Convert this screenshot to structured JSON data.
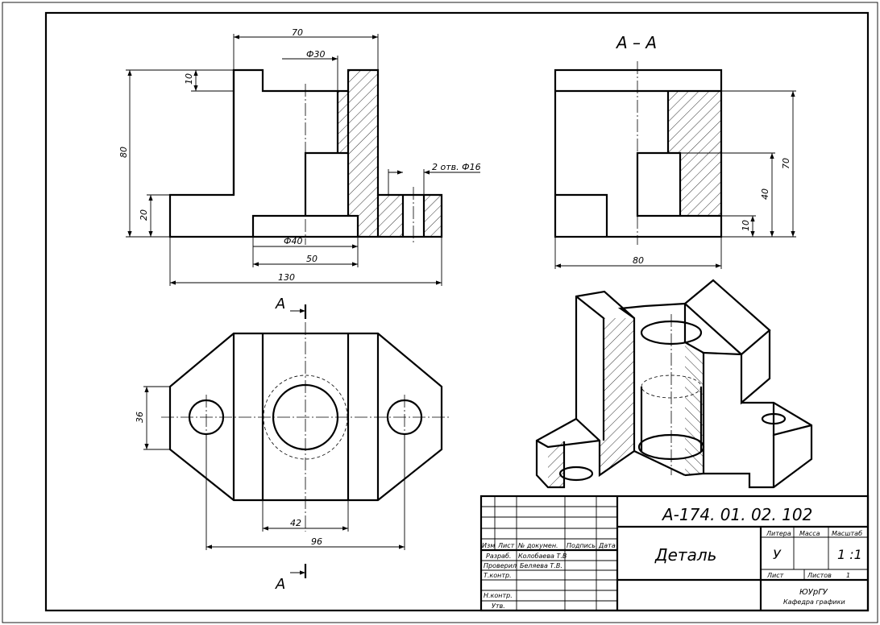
{
  "front_view": {
    "dims": {
      "width_70": "70",
      "phi30": "Ф30",
      "height_10": "10",
      "height_80": "80",
      "height_20": "20",
      "holes": "2 отв. Ф16",
      "phi40": "Ф40",
      "width_50": "50",
      "width_130": "130"
    }
  },
  "section_view": {
    "title": "А – А",
    "dims": {
      "h70": "70",
      "h40": "40",
      "h10": "10",
      "w80": "80"
    }
  },
  "top_view": {
    "cut_label_top": "А",
    "cut_label_bottom": "А",
    "dims": {
      "h36": "36",
      "w42": "42",
      "w96": "96"
    }
  },
  "title_block": {
    "designation": "А-174. 01. 02. 102",
    "part_name": "Деталь",
    "headers": {
      "izm": "Изм",
      "list": "Лист",
      "doc": "№ докумен.",
      "sign": "Подпись",
      "date": "Дата",
      "litera": "Литера",
      "massa": "Масса",
      "masshtab": "Масштаб"
    },
    "rows": {
      "razrab_label": "Разраб.",
      "razrab_name": "Колобаева Т.В",
      "prover_label": "Проверил",
      "prover_name": "Беляева Т.В.",
      "tkontr_label": "Т.контр.",
      "nkontr_label": "Н.контр.",
      "utv_label": "Утв."
    },
    "litera_value": "У",
    "scale_value": "1 :1",
    "sheet_label": "Лист",
    "sheets_label": "Листов",
    "sheets_value": "1",
    "org": "ЮУрГУ",
    "dept": "Кафедра графики"
  }
}
